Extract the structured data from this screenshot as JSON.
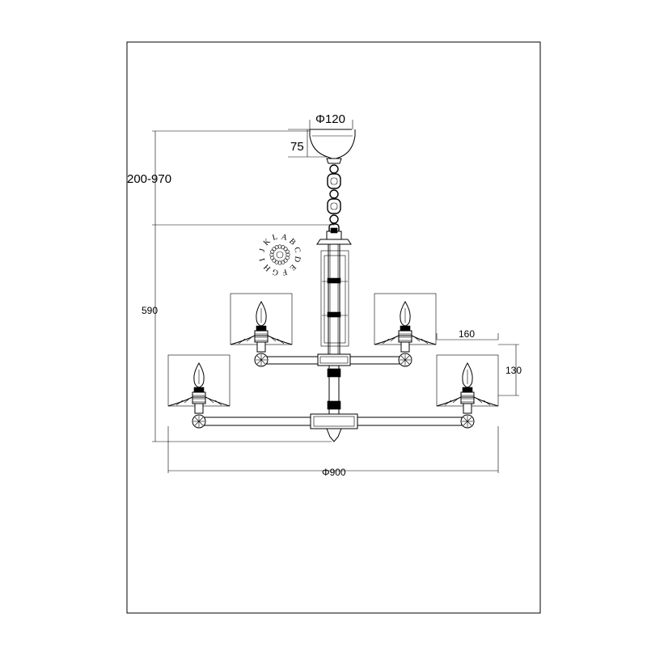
{
  "dimensions": {
    "canopy_diameter": "Φ120",
    "canopy_height": "75",
    "chain_length": "200-970",
    "body_height": "590",
    "shade_width": "160",
    "shade_height": "130",
    "overall_diameter": "Φ900"
  },
  "finish_swatch_letters": [
    "A",
    "B",
    "C",
    "D",
    "E",
    "F",
    "G",
    "H",
    "I",
    "J",
    "K",
    "L"
  ]
}
